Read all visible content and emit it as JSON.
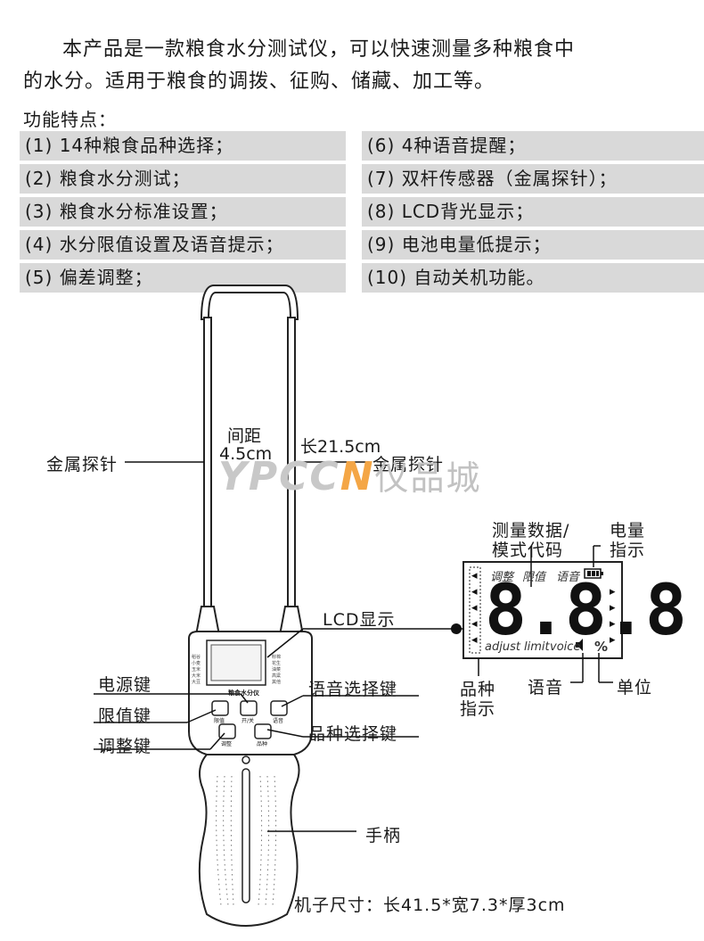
{
  "intro": {
    "line1": "本产品是一款粮食水分测试仪，可以快速测量多种粮食中",
    "line2": "的水分。适用于粮食的调拨、征购、储藏、加工等。"
  },
  "features": {
    "title": "功能特点：",
    "left": [
      "(1) 14种粮食品种选择；",
      "(2) 粮食水分测试；",
      "(3) 粮食水分标准设置；",
      "(4) 水分限值设置及语音提示；",
      "(5) 偏差调整；"
    ],
    "right": [
      "(6) 4种语音提醒；",
      "(7) 双杆传感器（金属探针）；",
      "(8) LCD背光显示；",
      "(9) 电池电量低提示；",
      "(10) 自动关机功能。"
    ]
  },
  "device": {
    "probe_left_label": "金属探针",
    "probe_right_label": "金属探针",
    "spacing_label": "间距",
    "spacing_value": "4.5cm",
    "length_label": "长21.5cm",
    "lcd_label": "LCD显示",
    "power_key": "电源键",
    "limit_key": "限值键",
    "adjust_key": "调整键",
    "voice_key": "语音选择键",
    "variety_key": "品种选择键",
    "handle": "手柄",
    "dimensions": "机子尺寸：长41.5*宽7.3*厚3cm",
    "panel_title": "粮食水分仪",
    "btn_limit": "限值",
    "btn_power": "开/关",
    "btn_voice": "语音",
    "btn_adjust": "调整",
    "btn_variety": "品种"
  },
  "lcd": {
    "measure_label_1": "测量数据/",
    "measure_label_2": "模式代码",
    "battery_label_1": "电量",
    "battery_label_2": "指示",
    "top_adjust": "调整",
    "top_limit": "限值",
    "top_voice": "语音",
    "digits": "8.8.8",
    "bottom_adjust": "adjust",
    "bottom_limit": "limit",
    "bottom_voice": "voice",
    "unit": "%",
    "variety_label_1": "品种",
    "variety_label_2": "指示",
    "voice_label": "语音",
    "unit_label": "单位"
  },
  "watermark": {
    "latin_a": "YPCC",
    "latin_b": "N",
    "cn": "仪品城"
  }
}
